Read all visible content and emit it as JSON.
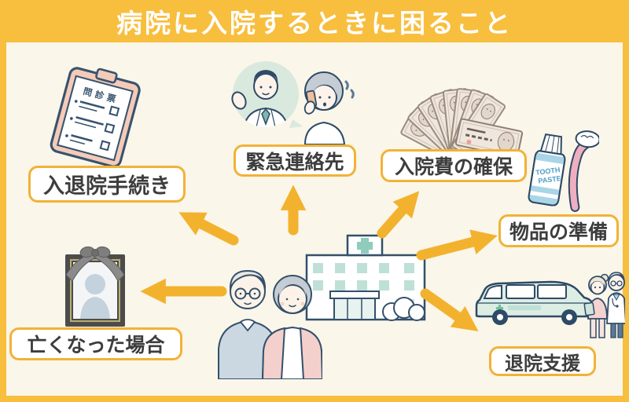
{
  "header": {
    "title": "病院に入院するときに困ること"
  },
  "colors": {
    "banner": "#F8BE3E",
    "background": "#FAF6E9",
    "arrow": "#F3B22E",
    "label_border": "#F2B237",
    "label_text": "#3D3D3D",
    "outline": "#33506B"
  },
  "items": [
    {
      "id": "procedures",
      "label": "入退院手続き",
      "icon": "clipboard-checklist-icon"
    },
    {
      "id": "emergency-contact",
      "label": "緊急連絡先",
      "icon": "doctor-phone-call-icon"
    },
    {
      "id": "hospital-fees",
      "label": "入院費の確保",
      "icon": "money-fan-icon"
    },
    {
      "id": "supplies",
      "label": "物品の準備",
      "icon": "toothpaste-toothbrush-icon"
    },
    {
      "id": "discharge-support",
      "label": "退院支援",
      "icon": "care-van-staff-icon"
    },
    {
      "id": "death-case",
      "label": "亡くなった場合",
      "icon": "memorial-portrait-icon"
    }
  ],
  "center": {
    "description": "hospital-and-elderly-couple"
  },
  "illustration_texts": {
    "clipboard": "問診票",
    "toothpaste_line1": "TOOTH",
    "toothpaste_line2": "PASTE"
  }
}
